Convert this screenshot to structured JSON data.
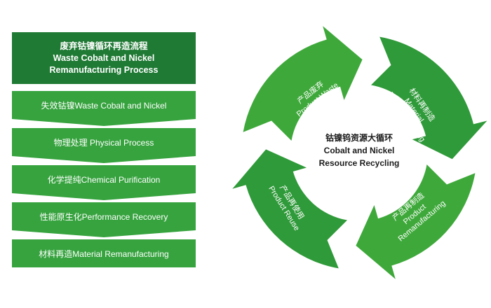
{
  "colors": {
    "title_bg": "#1f7a34",
    "step_bg": "#36a33e",
    "arrow_fill": "#3ea93a",
    "arrow_fill_dark": "#2f9a39",
    "label_text": "#ffffff",
    "center_text": "#1a1a1a"
  },
  "process": {
    "title_cn": "废弃钴镍循环再造流程",
    "title_en_line1": "Waste Cobalt and Nickel",
    "title_en_line2": "Remanufacturing Process",
    "steps": [
      {
        "label": "失效钴镍Waste Cobalt and Nickel"
      },
      {
        "label": "物理处理 Physical Process"
      },
      {
        "label": "化学提纯Chemical Purification"
      },
      {
        "label": "性能原生化Performance Recovery"
      },
      {
        "label": "材料再造Material Remanufacturing"
      }
    ]
  },
  "cycle": {
    "center_cn": "钴镍钨资源大循环",
    "center_en_line1": "Cobalt and Nickel",
    "center_en_line2": "Resource Recycling",
    "arrows": [
      {
        "cn": "产品废弃",
        "en": "Product Waste"
      },
      {
        "cn": "材料再制造",
        "en": "Material",
        "en2": "Remanufacturing"
      },
      {
        "cn": "产品再制造",
        "en": "Product",
        "en2": "Remanufacturing"
      },
      {
        "cn": "产品再使用",
        "en": "Product Reuse"
      }
    ]
  }
}
